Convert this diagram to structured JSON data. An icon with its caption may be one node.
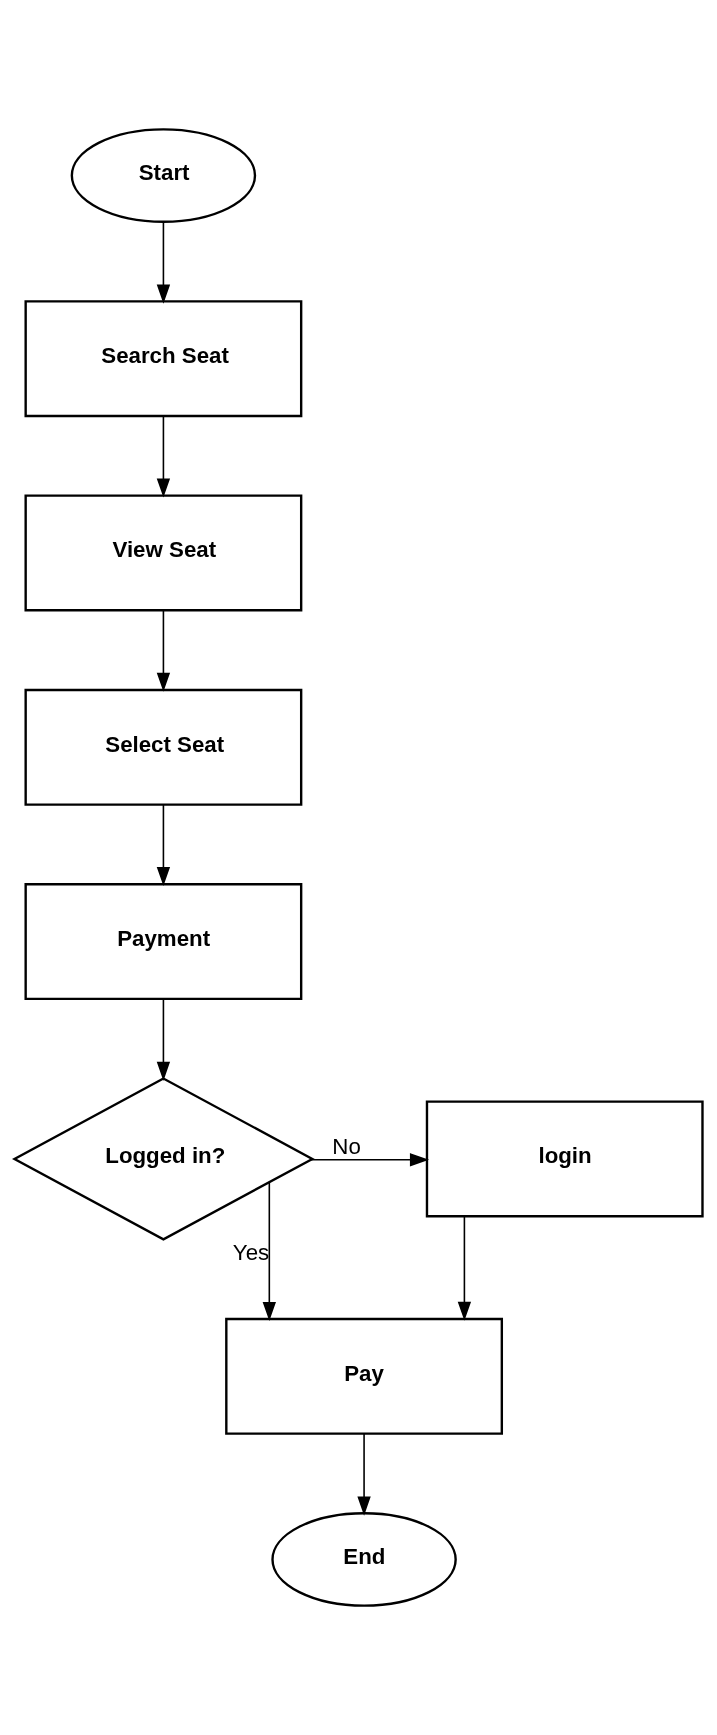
{
  "diagram": {
    "nodes": [
      {
        "text": [
          "Start"
        ]
      },
      {
        "text": [
          "Search Seat"
        ]
      },
      {
        "text": [
          "View Seat"
        ]
      },
      {
        "text": [
          "Select Seat"
        ]
      },
      {
        "text": [
          "Payment"
        ]
      },
      {
        "text": [
          "Logged in?"
        ]
      },
      {
        "text": [
          "login"
        ]
      },
      {
        "text": [
          "Pay"
        ]
      },
      {
        "text": [
          "End"
        ]
      }
    ],
    "edges": [
      {
        "from": 0,
        "to": 1,
        "arrow": "to"
      },
      {
        "from": 1,
        "to": 2,
        "arrow": "to"
      },
      {
        "from": 2,
        "to": 3,
        "arrow": "to"
      },
      {
        "from": 3,
        "to": 4,
        "arrow": "to"
      },
      {
        "from": 4,
        "to": 5,
        "arrow": "to"
      },
      {
        "from": 5,
        "to": 6,
        "label": "No",
        "arrow": "to"
      },
      {
        "from": 5,
        "to": 7,
        "label": "Yes",
        "arrow": "to"
      },
      {
        "from": 6,
        "to": 7,
        "arrow": "to"
      },
      {
        "from": 7,
        "to": 8,
        "arrow": "to"
      }
    ]
  }
}
